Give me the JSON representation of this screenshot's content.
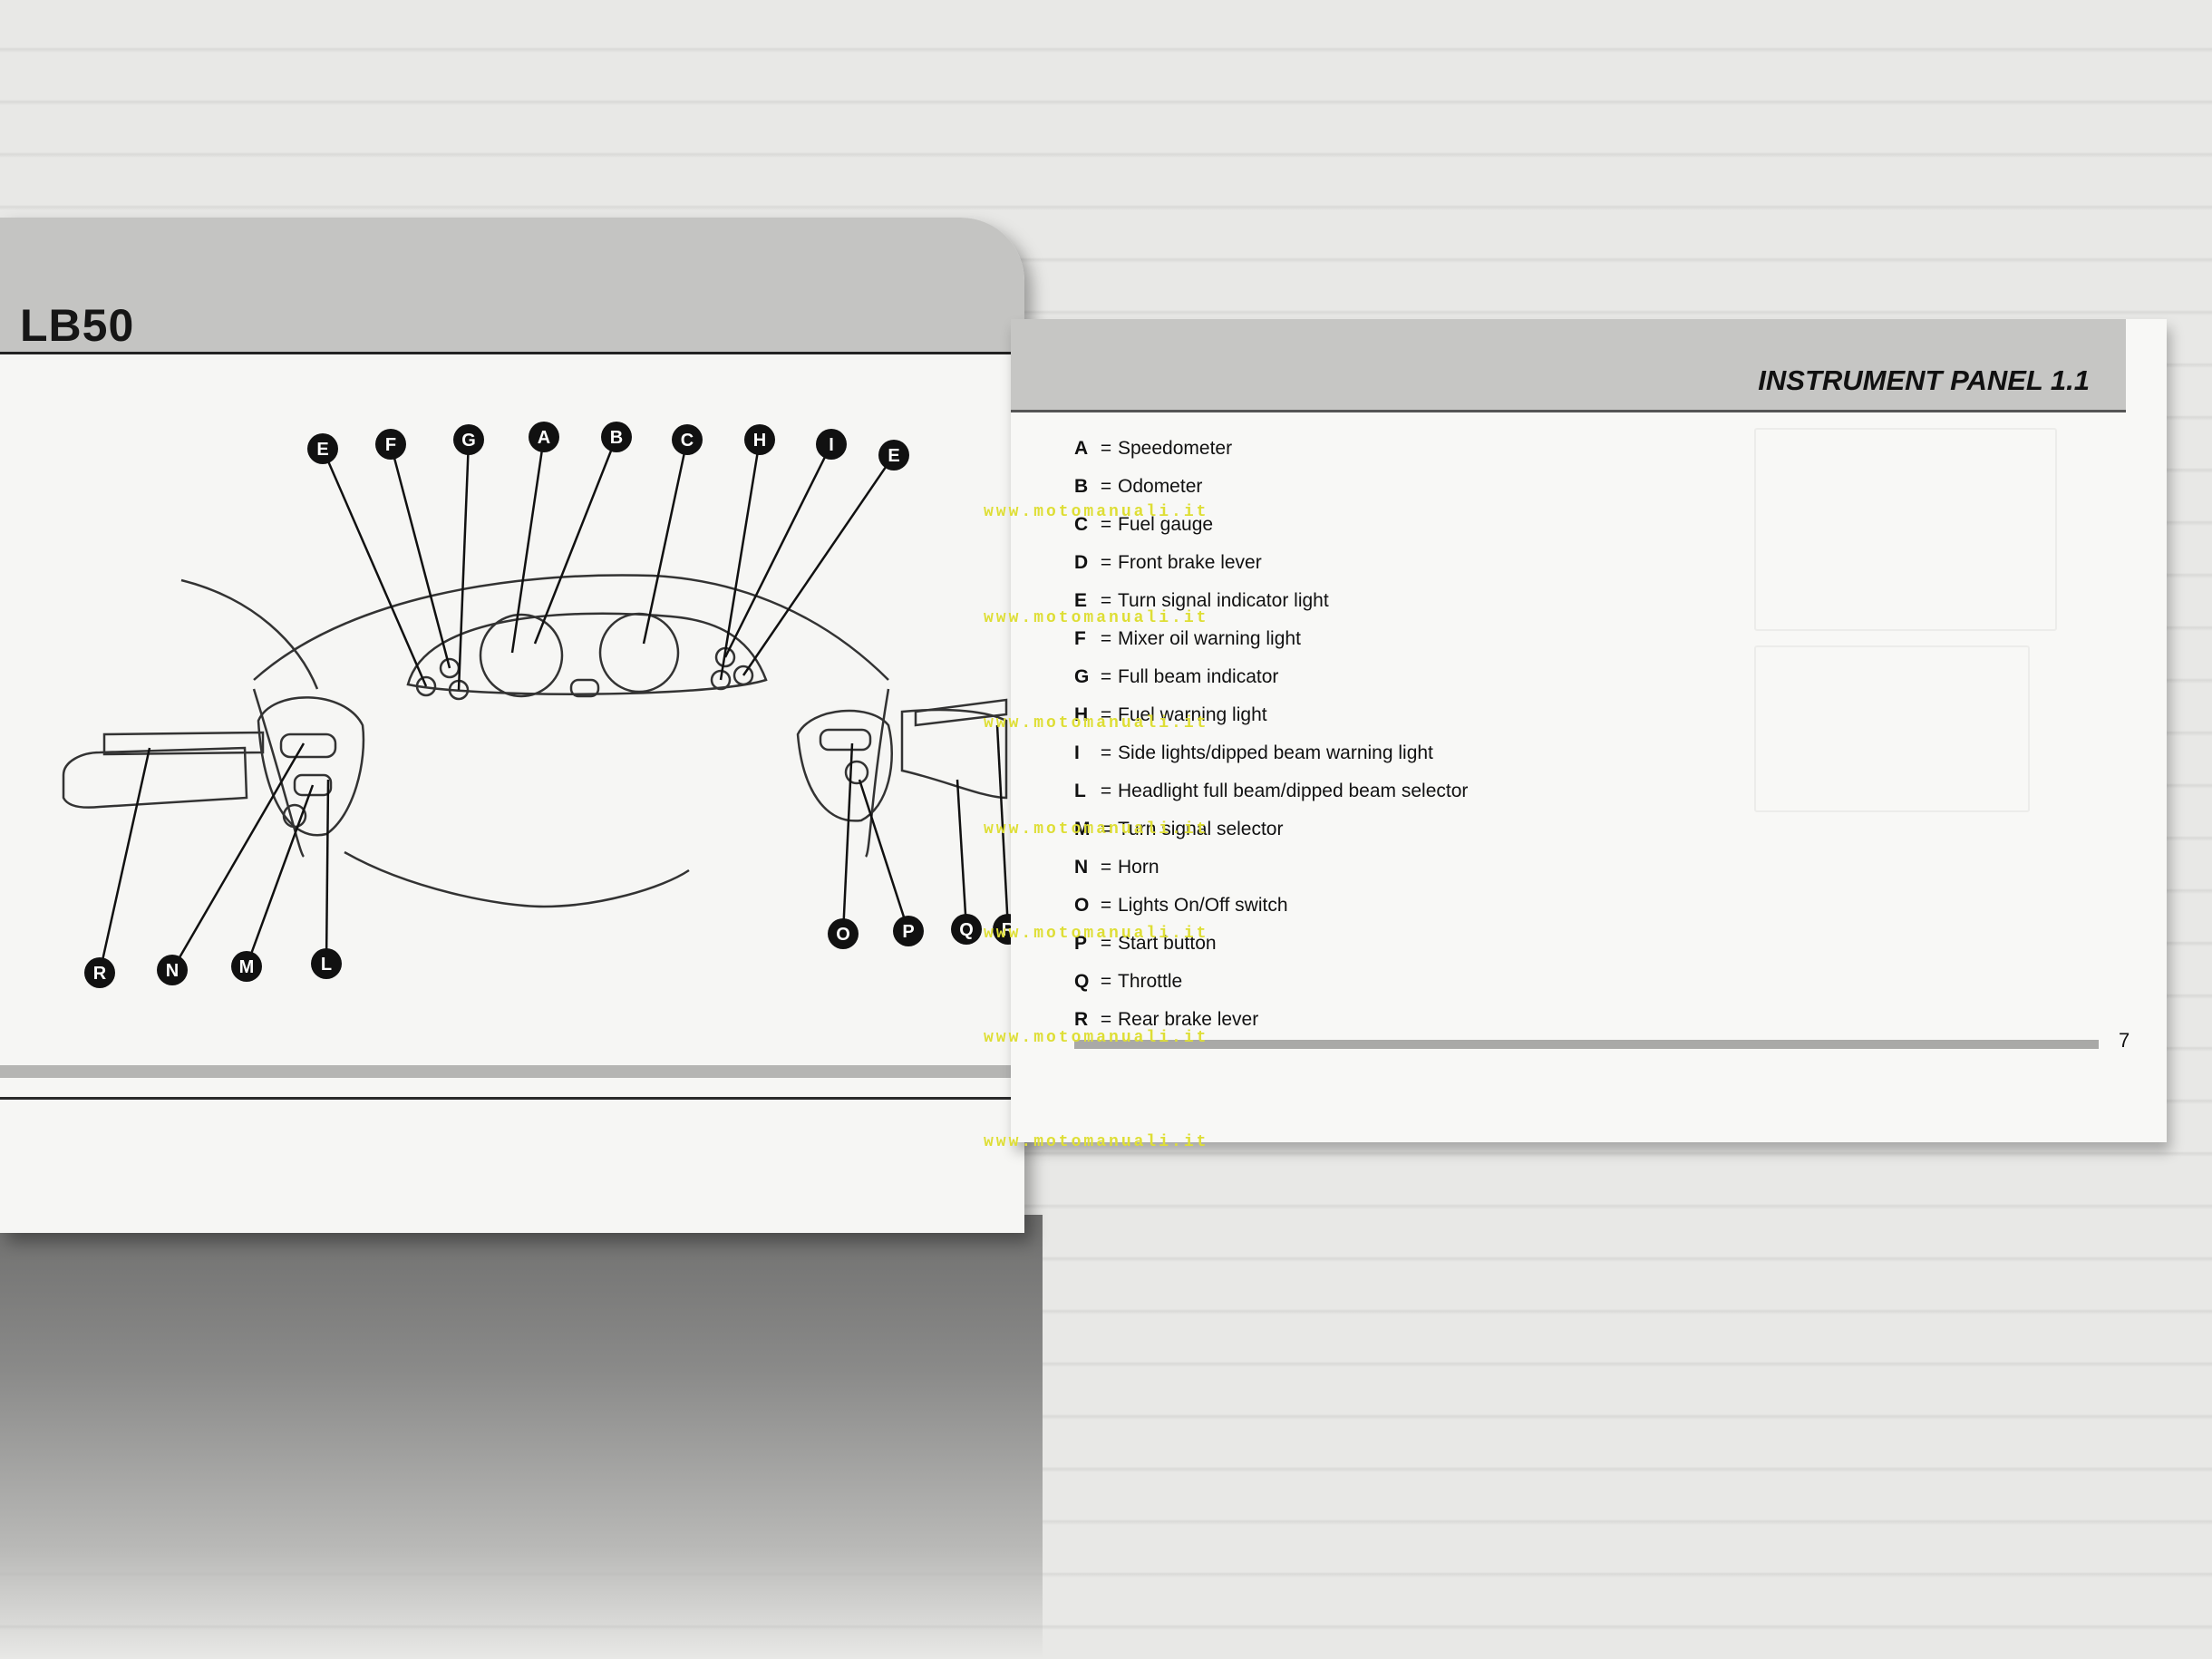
{
  "left_page": {
    "title": "LB50",
    "callouts": [
      "E",
      "F",
      "G",
      "A",
      "B",
      "C",
      "H",
      "I",
      "E",
      "R",
      "N",
      "M",
      "L",
      "O",
      "P",
      "Q",
      "R"
    ]
  },
  "right_page": {
    "title": "INSTRUMENT PANEL 1.1",
    "page_number": "7",
    "legend": [
      {
        "key": "A",
        "eq": "=",
        "text": "Speedometer"
      },
      {
        "key": "B",
        "eq": "=",
        "text": "Odometer"
      },
      {
        "key": "C",
        "eq": "=",
        "text": "Fuel gauge"
      },
      {
        "key": "D",
        "eq": "=",
        "text": "Front brake lever"
      },
      {
        "key": "E",
        "eq": "=",
        "text": "Turn signal indicator light"
      },
      {
        "key": "F",
        "eq": "=",
        "text": "Mixer oil warning light"
      },
      {
        "key": "G",
        "eq": "=",
        "text": "Full beam indicator"
      },
      {
        "key": "H",
        "eq": "=",
        "text": "Fuel warning light"
      },
      {
        "key": "I",
        "eq": "=",
        "text": "Side lights/dipped beam warning light"
      },
      {
        "key": "L",
        "eq": "=",
        "text": "Headlight full beam/dipped beam selector"
      },
      {
        "key": "M",
        "eq": "=",
        "text": "Turn signal selector"
      },
      {
        "key": "N",
        "eq": "=",
        "text": "Horn"
      },
      {
        "key": "O",
        "eq": "=",
        "text": "Lights On/Off switch"
      },
      {
        "key": "P",
        "eq": "=",
        "text": "Start button"
      },
      {
        "key": "Q",
        "eq": "=",
        "text": "Throttle"
      },
      {
        "key": "R",
        "eq": "=",
        "text": "Rear brake lever"
      }
    ]
  },
  "watermark": "www.motomanuali.it",
  "colors": {
    "band": "#c4c4c2",
    "watermark": "#dede35",
    "callout": "#111111"
  }
}
